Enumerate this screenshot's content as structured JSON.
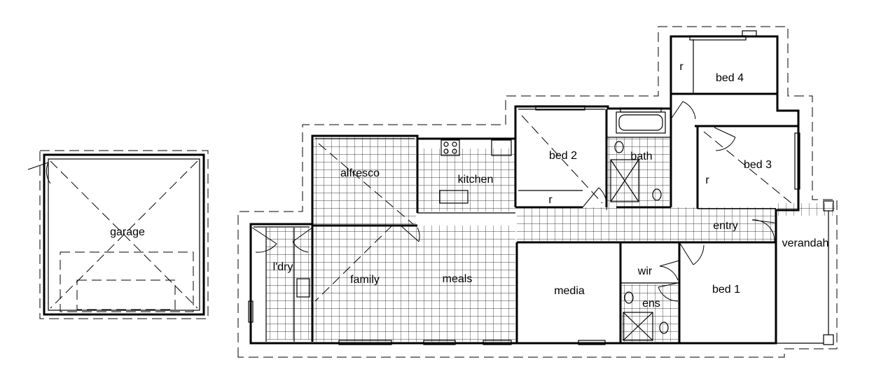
{
  "rooms": {
    "garage": "garage",
    "alfresco": "alfresco",
    "kitchen": "kitchen",
    "bed2": "bed 2",
    "bath": "bath",
    "bed3": "bed 3",
    "bed4": "bed 4",
    "robe_bed4": "r",
    "robe_bed3": "r",
    "robe_bed2": "r",
    "entry": "entry",
    "verandah": "verandah",
    "ldry": "l'dry",
    "family": "family",
    "meals": "meals",
    "media": "media",
    "wir": "wir",
    "ens": "ens",
    "bed1": "bed 1"
  }
}
